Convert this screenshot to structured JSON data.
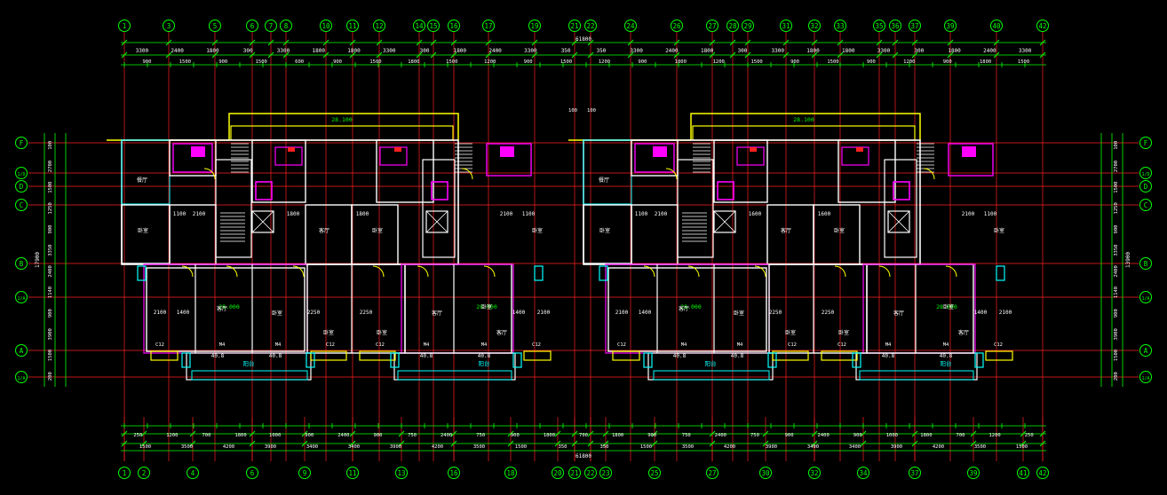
{
  "colors": {
    "background": "#000000",
    "axis": "#ff2020",
    "dimension": "#00ff00",
    "wall": "#ffffff",
    "fixture": "#ff00ff",
    "outline": "#ffff00",
    "window": "#00ffff",
    "dimtext": "#ffffff"
  },
  "top_axes": [
    "1",
    "3",
    "5",
    "6",
    "7",
    "8",
    "10",
    "11",
    "12",
    "14",
    "15",
    "16",
    "17",
    "19",
    "21",
    "22",
    "24",
    "26",
    "27",
    "28",
    "29",
    "31",
    "32",
    "33",
    "35",
    "36",
    "37",
    "39",
    "40",
    "42"
  ],
  "bottom_axes": [
    "1",
    "2",
    "4",
    "6",
    "9",
    "11",
    "13",
    "16",
    "18",
    "20",
    "21",
    "22",
    "23",
    "25",
    "27",
    "30",
    "32",
    "34",
    "37",
    "39",
    "41",
    "42"
  ],
  "left_axes": [
    "F",
    "1/D",
    "D",
    "C",
    "B",
    "1/A",
    "A",
    "1/A"
  ],
  "right_axes": [
    "F",
    "1/D",
    "D",
    "C",
    "B",
    "1/A",
    "A",
    "1/A"
  ],
  "top_total": "61800",
  "bottom_total": "61800",
  "left_total": "17900",
  "right_total": "13900",
  "top_dims_row1": [
    "3300",
    "2400",
    "1800",
    "300",
    "3300",
    "1800",
    "1800",
    "3300",
    "300",
    "1800",
    "2400",
    "3300",
    "350",
    "350",
    "3300",
    "2400",
    "1800",
    "300",
    "3300",
    "1800",
    "1800",
    "3300",
    "300",
    "1800",
    "2400",
    "3300"
  ],
  "top_dims_row2": [
    "900",
    "1500",
    "900",
    "1500",
    "600",
    "900",
    "1500",
    "1800",
    "1500",
    "1200",
    "900",
    "1500",
    "1200",
    "900",
    "1800",
    "1200",
    "1500",
    "900",
    "1500",
    "900",
    "1200",
    "900",
    "1800",
    "1500"
  ],
  "bottom_dims_row1": [
    "250",
    "1200",
    "700",
    "1800",
    "1000",
    "900",
    "2400",
    "900",
    "750",
    "2400",
    "750",
    "900",
    "1800",
    "700",
    "1800",
    "900",
    "750",
    "2400",
    "750",
    "900",
    "2400",
    "900",
    "1000",
    "1800",
    "700",
    "1200",
    "250"
  ],
  "bottom_dims_row2": [
    "1500",
    "3500",
    "4200",
    "3900",
    "3400",
    "3400",
    "3900",
    "4200",
    "3500",
    "1500",
    "350",
    "350",
    "1500",
    "3500",
    "4200",
    "3900",
    "3400",
    "3400",
    "3900",
    "4200",
    "3500",
    "1500"
  ],
  "left_dims": [
    "100",
    "2700",
    "1500",
    "1250",
    "900",
    "3350",
    "2400",
    "1140",
    "900",
    "3900",
    "1500",
    "200"
  ],
  "right_dims": [
    "100",
    "2700",
    "1500",
    "1250",
    "900",
    "3350",
    "2400",
    "1140",
    "900",
    "3900",
    "1500",
    "200"
  ],
  "elev_labels": [
    "28.100",
    "28.100",
    "28.000",
    "28.000",
    "28.000",
    "28.000"
  ],
  "room_labels": [
    "餐厅",
    "卧室",
    "客厅",
    "卧室",
    "卧室",
    "客厅",
    "卧室",
    "客厅",
    "卧室",
    "卧室",
    "客厅",
    "卧室"
  ],
  "balcony_label": "阳台",
  "window_tags": [
    "C12",
    "C12",
    "C12",
    "C12",
    "C12",
    "C12",
    "C12",
    "C12"
  ],
  "door_tags": [
    "M4",
    "M4",
    "M4",
    "M4",
    "M4",
    "M4",
    "M4",
    "M4"
  ],
  "stair_marks": [
    "100",
    "100"
  ],
  "room_dims": [
    "2100",
    "1400",
    "2250",
    "2250",
    "1400",
    "2100",
    "2100",
    "1400",
    "2250",
    "2250",
    "1400",
    "2100"
  ],
  "room_dims_upper": [
    "1100",
    "2100",
    "1800",
    "1800",
    "2100",
    "1100",
    "1100",
    "2100",
    "1600",
    "1600",
    "2100",
    "1100"
  ],
  "balcony_dims": [
    "40.8",
    "40.8",
    "40.8",
    "40.8",
    "40.8",
    "40.8",
    "40.8",
    "40.8"
  ]
}
